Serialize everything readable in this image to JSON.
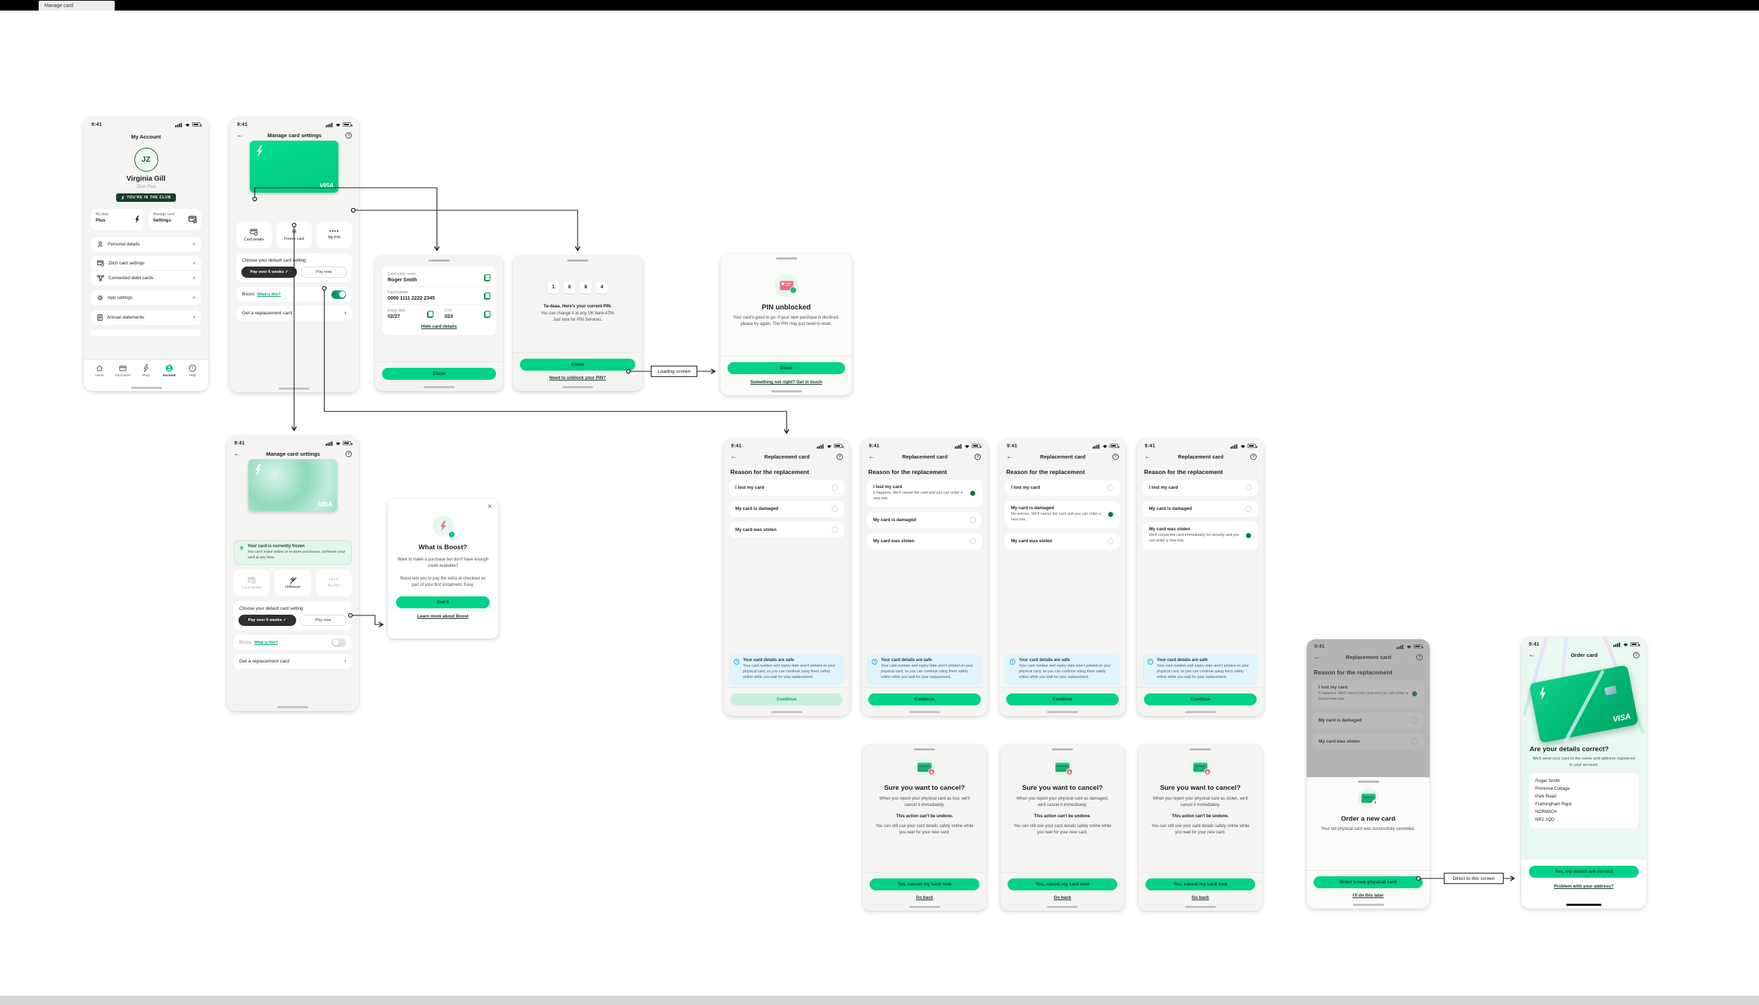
{
  "window": {
    "tab": "Manage card"
  },
  "labels": {
    "loading": "Loading screen",
    "direct": "Direct to this screen"
  },
  "status": {
    "time": "9:41"
  },
  "account": {
    "title": "My Account",
    "avatar_initials": "JZ",
    "name": "Virginia Gill",
    "plan": "Zilch Plus",
    "club_badge": "YOU'RE IN THE CLUB",
    "tiles": [
      {
        "label": "My plan",
        "value": "Plus"
      },
      {
        "label": "Manage card",
        "value": "Settings"
      }
    ],
    "menu": [
      "Personal details",
      "Zilch card settings",
      "Connected debit cards",
      "App settings",
      "Annual statements"
    ],
    "nav": [
      "Home",
      "Purchases",
      "Shop",
      "Account",
      "Help"
    ]
  },
  "manage": {
    "title": "Manage card settings",
    "card_brand": "VISA",
    "actions": [
      "Card details",
      "Freeze card",
      "My PIN"
    ],
    "unfreeze_action": "Unfreeze",
    "default_setting_label": "Choose your default card setting",
    "pay_over": "Pay over 6 weeks ✓",
    "pay_now": "Pay now",
    "boost_label": "Boost",
    "boost_link": "What is this?",
    "replacement_row": "Get a replacement card"
  },
  "frozen_banner": {
    "title": "Your card is currently frozen",
    "body": "You can't make online or in-store purchases. Unfreeze your card at any time."
  },
  "card_details": {
    "holder_label": "Card holder name",
    "holder": "Roger Smith",
    "number_label": "Card number",
    "number": "0000 1111 2222 2345",
    "expiry_label": "Expiry date",
    "expiry": "02/27",
    "cvv_label": "CVV",
    "cvv": "023",
    "hide_link": "Hide card details",
    "close": "Close"
  },
  "pin": {
    "digits": [
      "1",
      "0",
      "8",
      "4"
    ],
    "headline": "Ta-daaa. Here's your current PIN.",
    "line1": "You can change it at any UK bank ATM.",
    "line2": "Just look for PIN Services.",
    "close": "Close",
    "unblock_link": "Need to unblock your PIN?"
  },
  "pin_unblocked": {
    "title": "PIN unblocked",
    "body": "Your card's good to go. If your next purchase is declined, please try again. The PIN may just need to reset.",
    "close": "Close",
    "contact_link": "Something not right? Get in touch"
  },
  "boost": {
    "title": "What is Boost?",
    "p1": "Want to make a purchase but don't have enough credit available?",
    "p2": "Boost lets you to pay the extra at checkout as part of your first instalment. Easy.",
    "cta": "Got it",
    "link": "Learn more about Boost"
  },
  "replacement": {
    "title": "Replacement card",
    "heading": "Reason for the replacement",
    "options": [
      {
        "label": "I lost my card",
        "desc": "It happens. We'll cancel the card and you can order a new one."
      },
      {
        "label": "My card is damaged",
        "desc": "No worries. We'll cancel the card and you can order a new one."
      },
      {
        "label": "My card was stolen",
        "desc": "We'll cancel the card immediately for security and you can order a new one."
      }
    ],
    "lost_desc_alt": "It happens. We'll cancel the card and you can order a brand-new one.",
    "info_title": "Your card details are safe",
    "info_body": "Your card number and expiry date aren't printed on your physical card, so you can continue using them safely online while you wait for your replacement.",
    "continue": "Continue"
  },
  "cancel": {
    "title": "Sure you want to cancel?",
    "p1_lost": "When you report your physical card as lost, we'll cancel it immediately.",
    "p1_damaged": "When you report your physical card as damaged, we'll cancel it immediately.",
    "p1_stolen": "When you report your physical card as stolen, we'll cancel it immediately.",
    "warning": "This action can't be undone.",
    "p2": "You can still use your card details safely online while you wait for your new card.",
    "confirm": "Yes, cancel my card now",
    "back": "Go back"
  },
  "order_new": {
    "title": "Order a new card",
    "body": "Your old physical card was successfully cancelled.",
    "cta": "Order a new physical card",
    "later_link": "I'll do this later"
  },
  "order_card": {
    "title": "Order card",
    "heading": "Are your details correct?",
    "sub": "We'll send your card to the name and address registered to your account:",
    "address": [
      "Roger Smith",
      "Primrose Cottage",
      "Park Road",
      "Framingham Pigot",
      "NORWICH",
      "NR1 1QD"
    ],
    "cta": "Yes, my details are correct",
    "link": "Problem with your address?"
  },
  "colors": {
    "brand_green": "#00d287",
    "button_text": "#0a3a28",
    "pill_dark": "#2f2f2f",
    "info_blue": "#2aa7e0",
    "alert_pink": "#f4657a"
  }
}
